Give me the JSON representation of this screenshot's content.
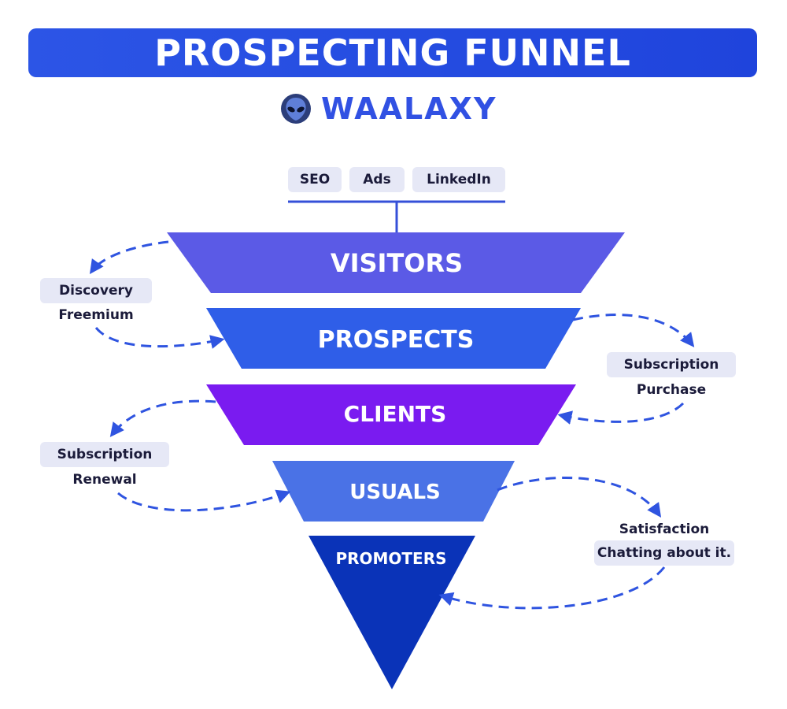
{
  "title": "PROSPECTING FUNNEL",
  "logo": {
    "text": "WAALAXY",
    "icon": "alien-head-icon"
  },
  "sources": [
    "SEO",
    "Ads",
    "LinkedIn"
  ],
  "stages": [
    "VISITORS",
    "PROSPECTS",
    "CLIENTS",
    "USUALS",
    "PROMOTERS"
  ],
  "colors": {
    "banner": "#2450e4",
    "visitors": "#5b5ae6",
    "prospects": "#2f5ee8",
    "clients": "#7a1bf0",
    "usuals": "#4a72e6",
    "promoters": "#0a33b8",
    "arrows": "#2f54e0",
    "chip": "#e6e8f6"
  },
  "annotations": {
    "discovery": {
      "chip": "Discovery",
      "sub": "Freemium"
    },
    "purchase": {
      "chip": "Subscription",
      "sub": "Purchase"
    },
    "renewal": {
      "chip": "Subscription",
      "sub": "Renewal"
    },
    "satisfaction": {
      "top": "Satisfaction",
      "chip": "Chatting about it."
    }
  }
}
